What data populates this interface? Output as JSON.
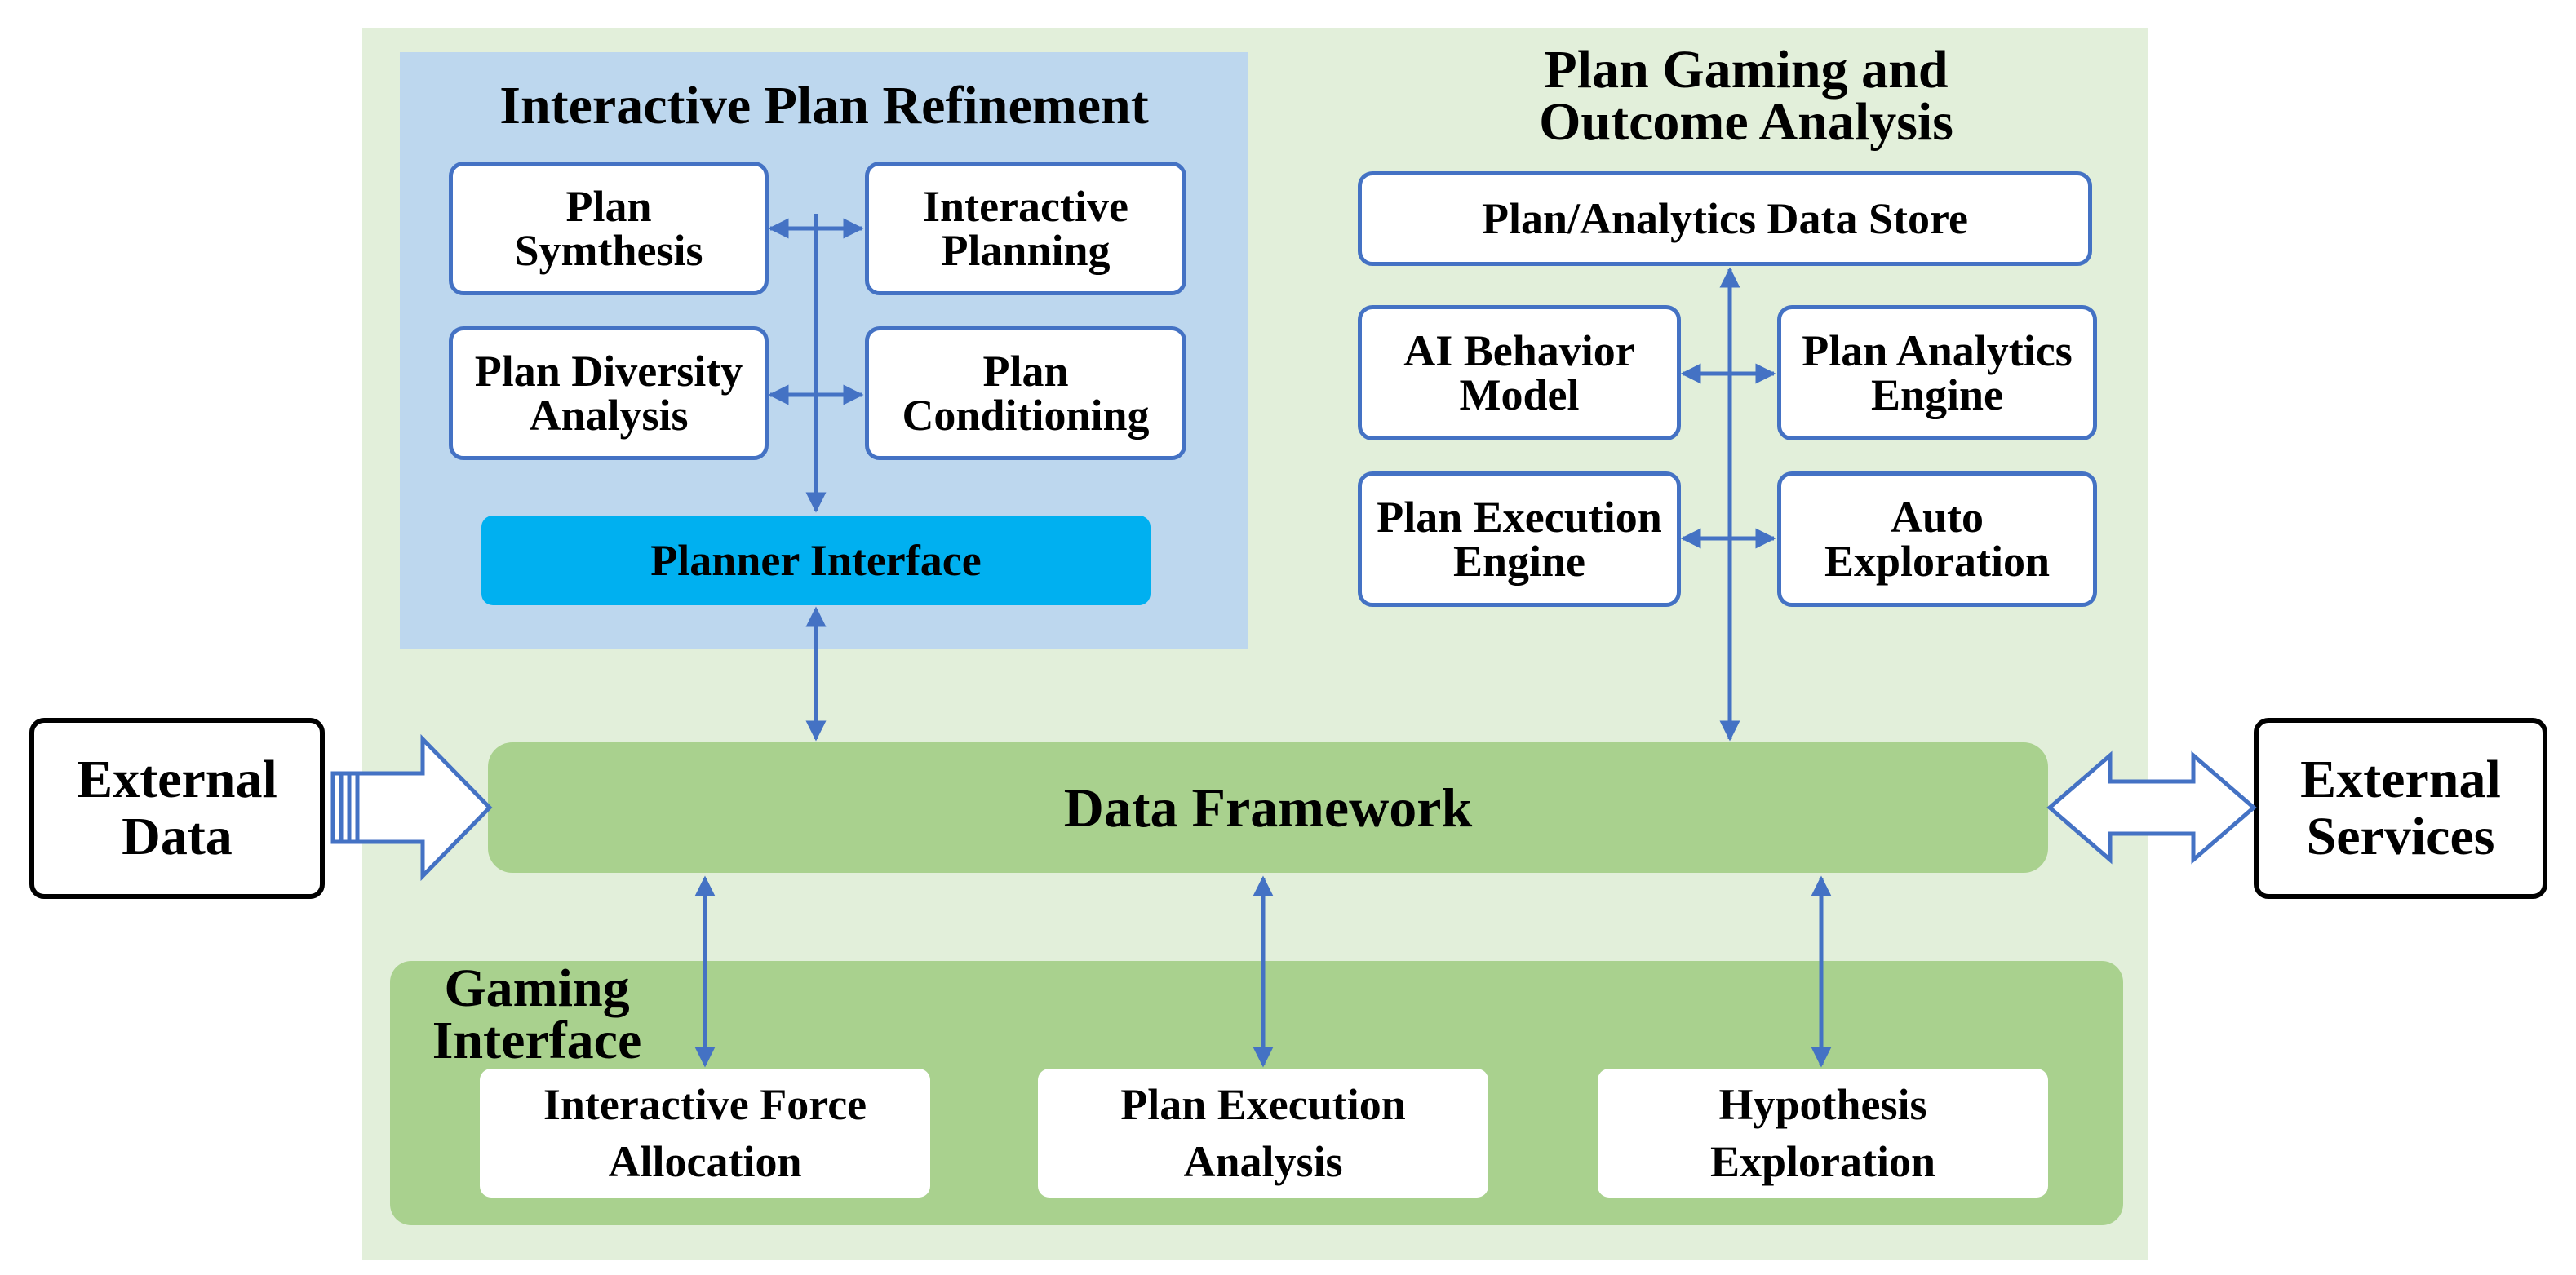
{
  "ipr": {
    "title": "Interactive Plan Refinement",
    "plan_synthesis": "Plan\nSymthesis",
    "interactive_planning": "Interactive\nPlanning",
    "plan_diversity": "Plan Diversity\nAnalysis",
    "plan_conditioning": "Plan\nConditioning",
    "planner_interface": "Planner Interface"
  },
  "pgoa": {
    "title": "Plan Gaming and\nOutcome Analysis",
    "data_store": "Plan/Analytics Data Store",
    "ai_behavior": "AI Behavior\nModel",
    "plan_analytics": "Plan Analytics\nEngine",
    "plan_execution_engine": "Plan Execution\nEngine",
    "auto_exploration": "Auto\nExploration"
  },
  "framework": {
    "label": "Data Framework"
  },
  "external_data": "External\nData",
  "external_services": "External\nServices",
  "gaming": {
    "title": "Gaming\nInterface",
    "force_allocation": "Interactive Force\nAllocation",
    "execution_analysis": "Plan Execution\nAnalysis",
    "hypothesis": "Hypothesis\nExploration"
  },
  "colors": {
    "outer_bg": "#e2efda",
    "ipr_bg": "#bdd7ee",
    "green": "#a9d18e",
    "planner": "#00b0f0",
    "border_blue": "#4472c4"
  }
}
